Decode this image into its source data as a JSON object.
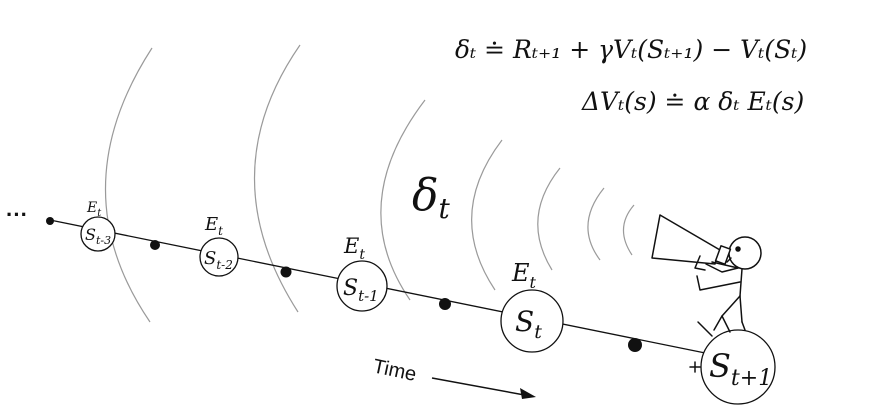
{
  "equations": {
    "td_error": "δₜ  ≐  Rₜ₊₁ + γVₜ(Sₜ₊₁) − Vₜ(Sₜ)",
    "update": "ΔVₜ(s) ≐ α δₜ Eₜ(s)"
  },
  "broadcast_label": "δ",
  "broadcast_label_sub": "t",
  "time_label": "Time",
  "ellipsis": "···",
  "trace_label": {
    "base": "E",
    "sub": "t"
  },
  "states": [
    {
      "base": "S",
      "sub": "t-3"
    },
    {
      "base": "S",
      "sub": "t-2"
    },
    {
      "base": "S",
      "sub": "t-1"
    },
    {
      "base": "S",
      "sub": "t"
    },
    {
      "base": "S",
      "sub": "t+1"
    }
  ],
  "icons": {
    "agent": "stick-figure-with-megaphone",
    "transition": "filled-dot"
  },
  "colors": {
    "ink": "#111111",
    "wave": "#9a9a9a"
  }
}
